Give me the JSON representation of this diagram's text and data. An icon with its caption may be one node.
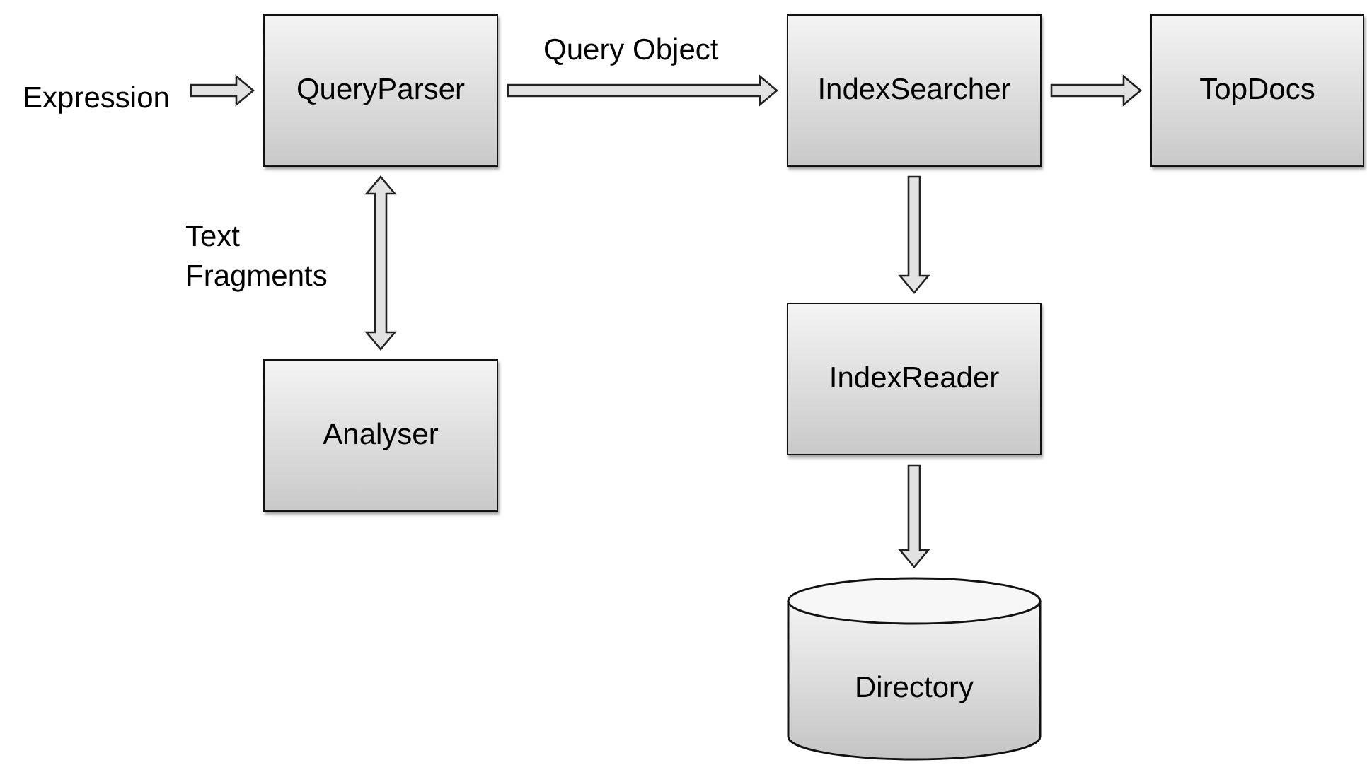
{
  "diagram": {
    "nodes": [
      {
        "text": [
          "Expression"
        ]
      },
      {
        "text": [
          "QueryParser"
        ]
      },
      {
        "text": [
          "IndexSearcher"
        ]
      },
      {
        "text": [
          "TopDocs"
        ]
      },
      {
        "text": [
          "Analyser"
        ]
      },
      {
        "text": [
          "IndexReader"
        ]
      },
      {
        "text": [
          "Directory"
        ]
      }
    ],
    "edges": [
      {
        "from": 0,
        "to": 1,
        "arrow": "to"
      },
      {
        "from": 1,
        "to": 2,
        "arrow": "to",
        "label": "Query Object"
      },
      {
        "from": 2,
        "to": 3,
        "arrow": "to"
      },
      {
        "from": 1,
        "to": 4,
        "arrow": "both",
        "label": "Text Fragments"
      },
      {
        "from": 2,
        "to": 5,
        "arrow": "to"
      },
      {
        "from": 5,
        "to": 6,
        "arrow": "to"
      }
    ]
  }
}
